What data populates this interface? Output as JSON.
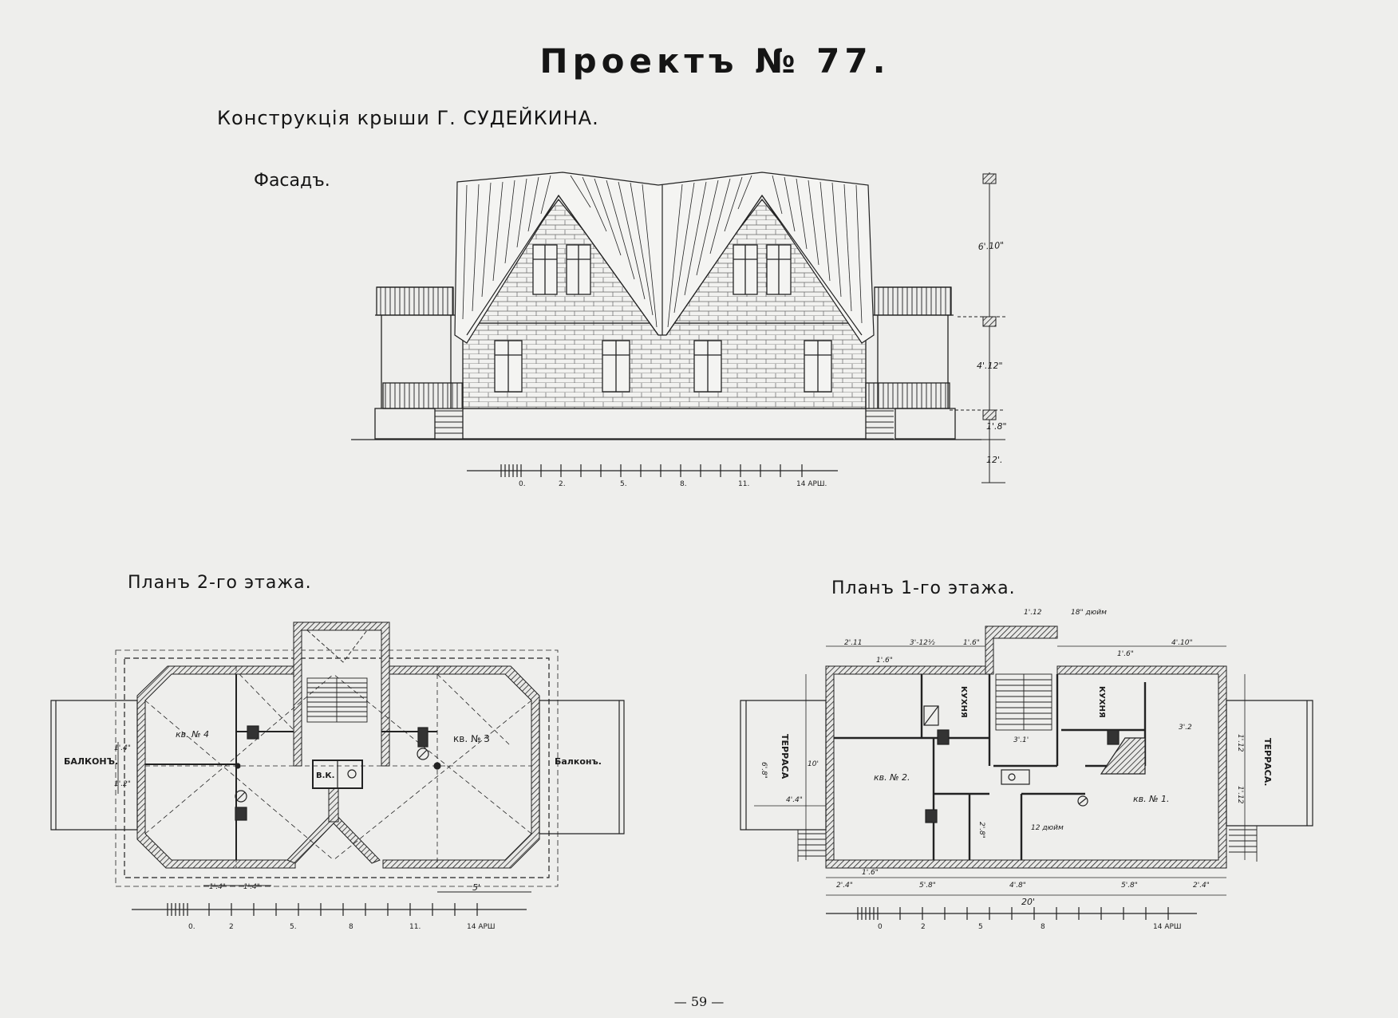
{
  "title": "Проектъ № 77.",
  "subtitle": "Конструкція крыши Г. СУДЕЙКИНА.",
  "facade": {
    "label": "Фасадъ.",
    "dimensions": [
      "6'.10\"",
      "4'.12\"",
      "1'.8\"",
      "12'."
    ],
    "scale_ticks": [
      "0.",
      "2.",
      "5.",
      "8.",
      "11.",
      "14 АРШ."
    ]
  },
  "plan2": {
    "label": "Планъ 2-го этажа.",
    "rooms": [
      "кв. № 4",
      "кв. № 3",
      "В.К.",
      "БАЛКОНЪ.",
      "Балконъ."
    ],
    "dimensions": [
      "1'.4\"",
      "1'.4\"",
      "1'.4\"",
      "1'.2\"",
      "5'"
    ],
    "scale_ticks": [
      "0.",
      "2",
      "5.",
      "8",
      "11.",
      "14 АРШ"
    ]
  },
  "plan1": {
    "label": "Планъ 1-го этажа.",
    "rooms": [
      "ТЕРРАСА",
      "кв. № 2.",
      "КУХНЯ",
      "КУХНЯ",
      "кв. № 1.",
      "ТЕРРАСА."
    ],
    "dimensions_top": [
      "2'.11",
      "3'-12½",
      "1'.6\"",
      "1'.12",
      "18\" дюйм",
      "4'.10\"",
      "1'.6\"",
      "1'.6\""
    ],
    "dimensions_bottom": [
      "2'.4\"",
      "1'.6\"",
      "5'.8\"",
      "4'.8\"",
      "5'.8\"",
      "2'.4\"",
      "20'"
    ],
    "dimensions_side": [
      "6'.8\"",
      "10'",
      "4'.4\"",
      "3'.1'",
      "3'.2",
      "1'.12",
      "1'.12",
      "12 дюйм",
      "2'.8\""
    ],
    "scale_ticks": [
      "0",
      "2",
      "5",
      "8",
      "14 АРШ"
    ]
  },
  "page_number": "— 59 —",
  "colors": {
    "ink": "#1c1c1c",
    "paper": "#eeeeec"
  }
}
